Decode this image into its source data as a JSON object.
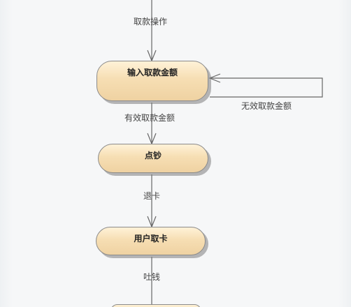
{
  "nodes": {
    "input_amount": "输入取款金额",
    "count_cash": "点钞",
    "take_card": "用户取卡"
  },
  "edges": {
    "withdraw_operation": "取款操作",
    "valid_amount": "有效取款金额",
    "invalid_amount": "无效取款金额",
    "return_card": "退卡",
    "dispense_cash": "吐钱"
  },
  "colors": {
    "node_fill_top": "#fff2d8",
    "node_fill_bottom": "#efd2a2",
    "node_border": "#8b8b8b",
    "connector": "#666666"
  }
}
